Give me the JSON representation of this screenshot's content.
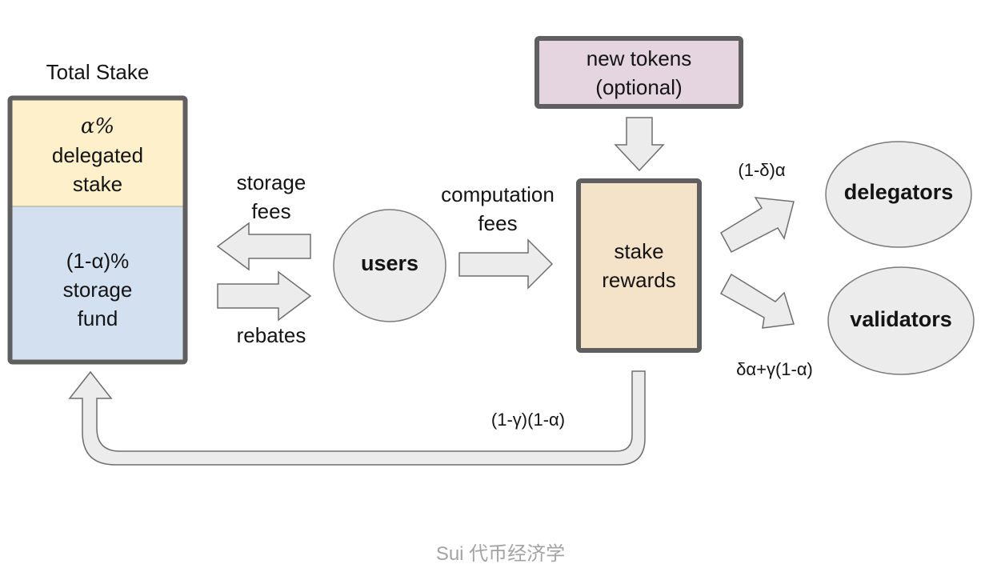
{
  "diagram": {
    "total_stake": {
      "title": "Total Stake",
      "delegated_section": {
        "line1": "α%",
        "line2": "delegated",
        "line3": "stake",
        "fill": "#fdf0cb"
      },
      "storage_section": {
        "line1": "(1-α)%",
        "line2": "storage",
        "line3": "fund",
        "fill": "#d3e0f0"
      }
    },
    "edges": {
      "storage_fees": {
        "line1": "storage",
        "line2": "fees"
      },
      "rebates": {
        "label": "rebates"
      },
      "computation_fees": {
        "line1": "computation",
        "line2": "fees"
      },
      "to_delegators": {
        "label": "(1-δ)α"
      },
      "to_validators": {
        "label": "δα+γ(1-α)"
      },
      "to_storage_fund": {
        "label": "(1-γ)(1-α)"
      }
    },
    "nodes": {
      "users": {
        "label": "users"
      },
      "stake_rewards": {
        "line1": "stake",
        "line2": "rewards",
        "fill": "#f4e3c8"
      },
      "new_tokens": {
        "line1": "new tokens",
        "line2": "(optional)",
        "fill": "#e5d5e0"
      },
      "delegators": {
        "label": "delegators"
      },
      "validators": {
        "label": "validators"
      }
    },
    "colors": {
      "border": "#5f5f5f",
      "arrow_fill": "#ececec",
      "arrow_stroke": "#6e6e6e",
      "node_fill": "#ececec"
    }
  },
  "caption": "Sui 代币经济学"
}
